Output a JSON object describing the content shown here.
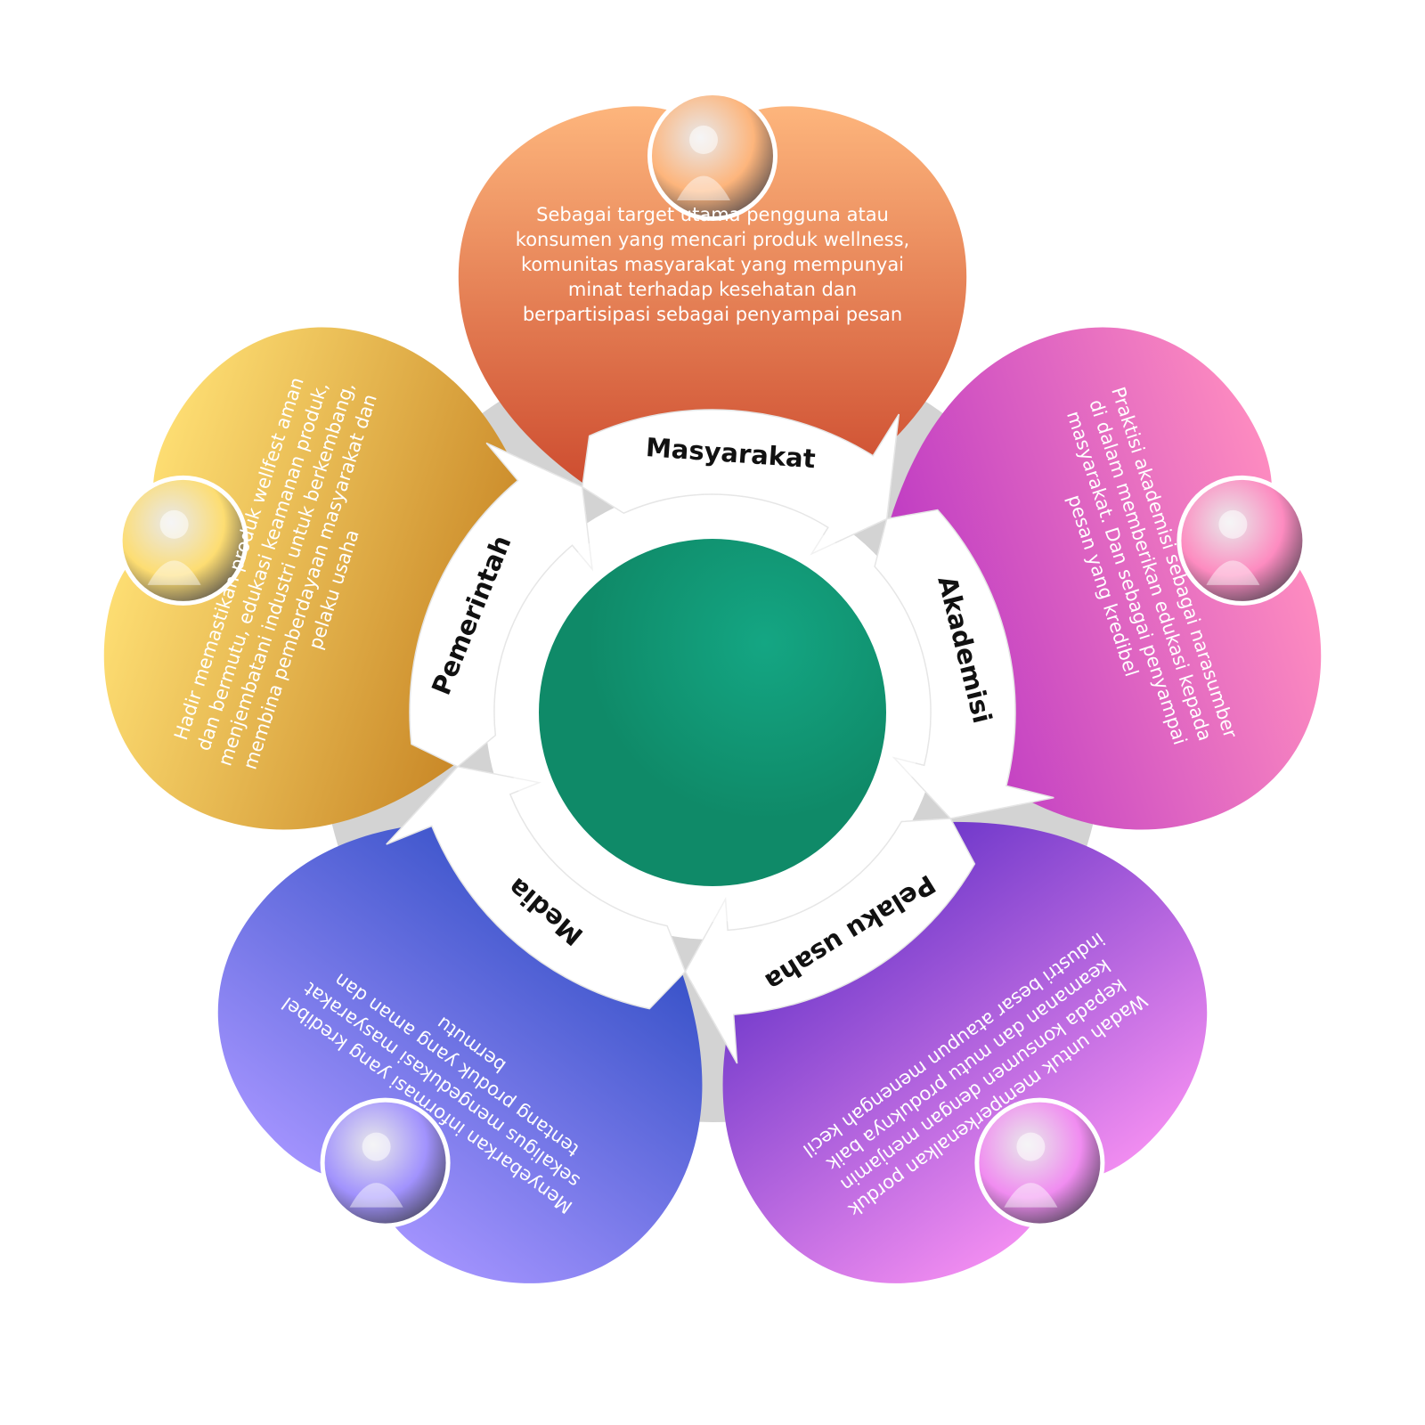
{
  "center": {
    "color": "#14a683"
  },
  "sectors": [
    {
      "id": "masyarakat",
      "label": "Masyarakat",
      "description": [
        "Sebagai target utama pengguna atau",
        "konsumen yang mencari produk wellness,",
        "komunitas masyarakat yang mempunyai",
        "minat terhadap kesehatan dan",
        "berpartisipasi sebagai penyampai pesan"
      ],
      "colors": [
        "#fdb57c",
        "#c53a22"
      ],
      "photo_icon": "shopping-photo-icon"
    },
    {
      "id": "akademisi",
      "label": "Akademisi",
      "description": [
        "Praktisi akademisi sebagai narasumber",
        "di dalam memberikan edukasi kepada",
        "masyarakat. Dan sebagai penyampai",
        "pesan yang kredibel"
      ],
      "colors": [
        "#fd8bc0",
        "#b52fc4"
      ],
      "photo_icon": "speaker-photo-icon"
    },
    {
      "id": "pelaku-usaha",
      "label": "Pelaku usaha",
      "description": [
        "Wadah untuk memperkenalkan porduk",
        "kepada konsumen dengan menjamin",
        "keamanan dan mutu produknya baik",
        "industri besar ataupun menengah kecil"
      ],
      "colors": [
        "#f08cf0",
        "#5a2ac4"
      ],
      "photo_icon": "exhibition-photo-icon"
    },
    {
      "id": "media",
      "label": "Media",
      "description": [
        "Menyebarkan informasi yang kredibel",
        "sekaligus mengedukasi masyarakat",
        "tentang produk yang aman dan",
        "bermutu"
      ],
      "colors": [
        "#a192fd",
        "#2748c0"
      ],
      "photo_icon": "press-photo-icon"
    },
    {
      "id": "pemerintah",
      "label": "Pemerintah",
      "description": [
        "Hadir memastikan produk wellfest aman",
        "dan bermutu, edukasi keamanan produk,",
        "menjembatani industri untuk berkembang,",
        "membina pemberdayaan masyarakat dan",
        "pelaku usaha"
      ],
      "colors": [
        "#fddd72",
        "#c0791a"
      ],
      "photo_icon": "factory-photo-icon"
    }
  ]
}
